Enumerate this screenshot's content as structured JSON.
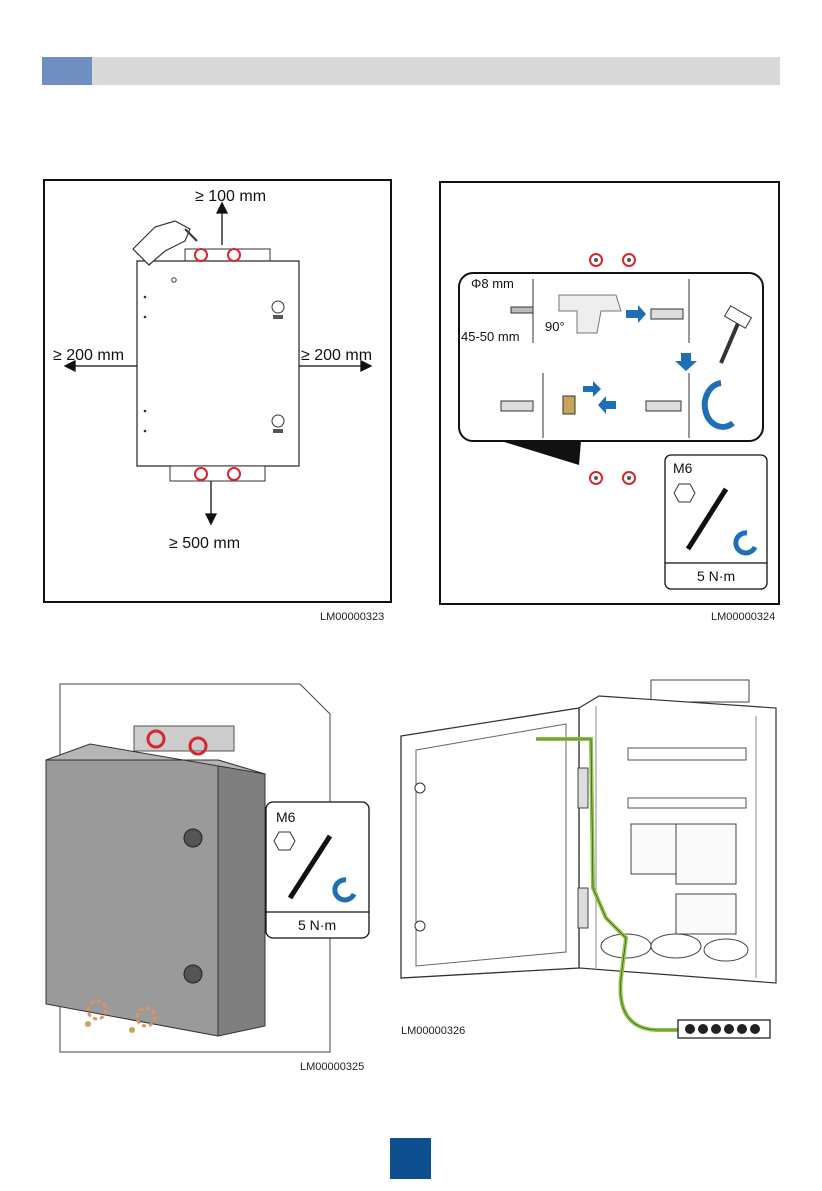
{
  "figures": {
    "fig1": {
      "id": "LM00000323",
      "clearance_top": "≥ 100 mm",
      "clearance_left": "≥ 200 mm",
      "clearance_right": "≥ 200 mm",
      "clearance_bottom": "≥ 500 mm"
    },
    "fig2": {
      "id": "LM00000324",
      "drill_diameter": "Φ8 mm",
      "drill_depth": "45-50 mm",
      "drill_angle": "90°",
      "bolt_size": "M6",
      "torque": "5 N·m"
    },
    "fig3": {
      "id": "LM00000325",
      "bolt_size": "M6",
      "torque": "5 N·m"
    },
    "fig4": {
      "id": "LM00000326"
    }
  },
  "colors": {
    "header_tab": "#6f8fc0",
    "header_bar": "#d9d9d9",
    "highlight_red": "#d7262e",
    "arrow_blue": "#1f6fb5",
    "ground_green": "#8cc63f",
    "page_marker": "#0d4f8f"
  }
}
